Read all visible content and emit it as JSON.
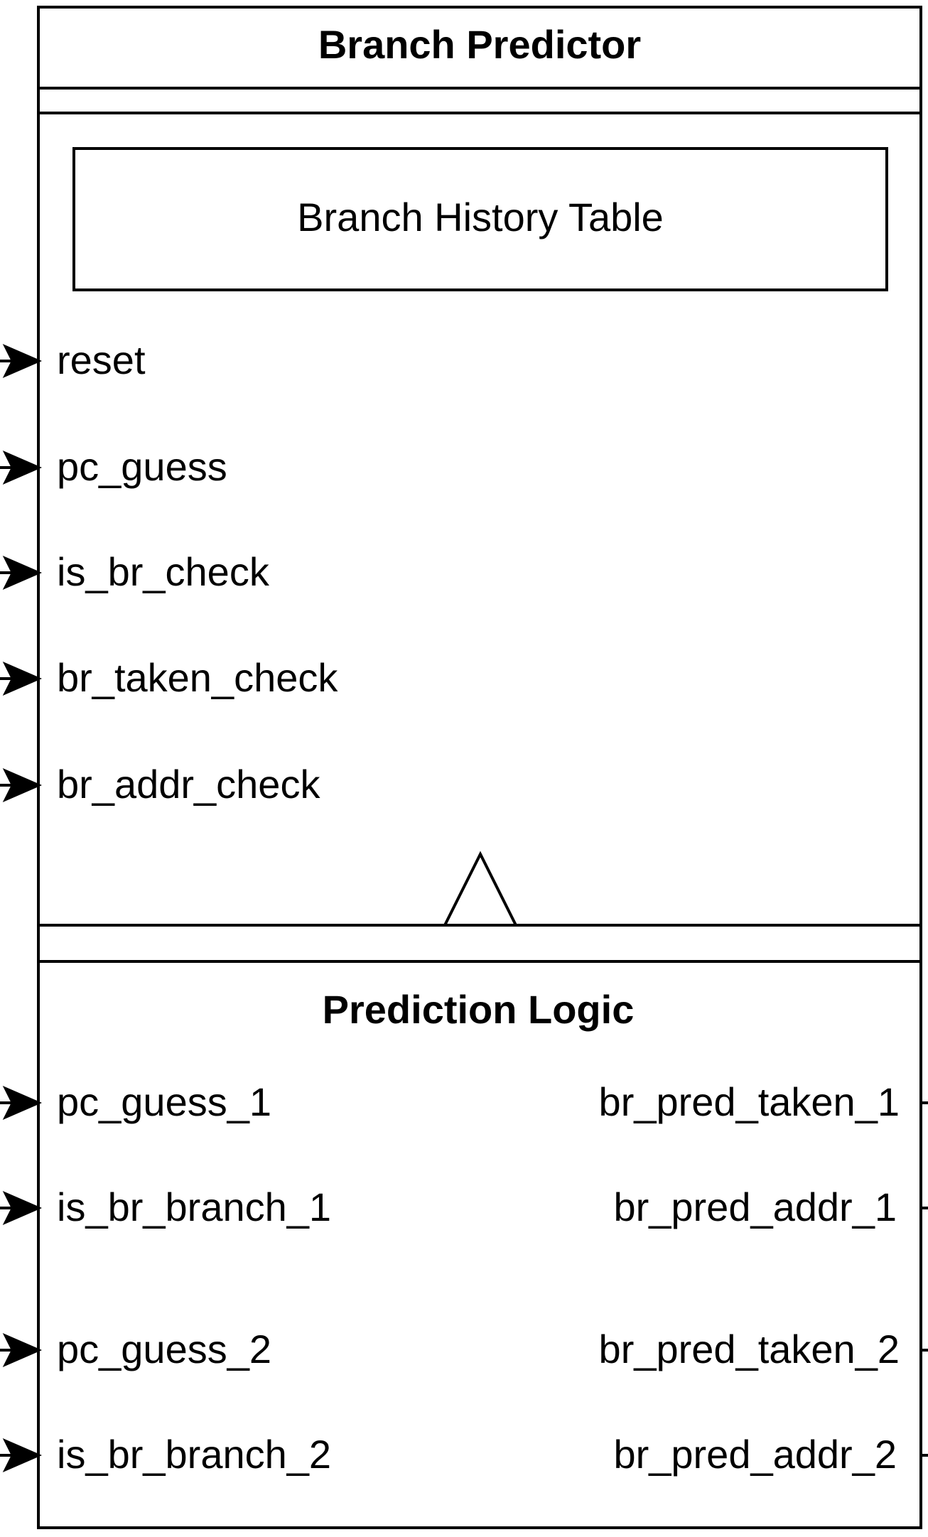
{
  "diagram": {
    "title": "Branch Predictor",
    "history_table": {
      "label": "Branch History Table"
    },
    "upper_ports": [
      {
        "label": "reset"
      },
      {
        "label": "pc_guess"
      },
      {
        "label": "is_br_check"
      },
      {
        "label": "br_taken_check"
      },
      {
        "label": "br_addr_check"
      }
    ],
    "prediction_logic": {
      "title": "Prediction Logic",
      "inputs": [
        {
          "label": "pc_guess_1"
        },
        {
          "label": "is_br_branch_1"
        },
        {
          "label": "pc_guess_2"
        },
        {
          "label": "is_br_branch_2"
        }
      ],
      "outputs": [
        {
          "label": "br_pred_taken_1"
        },
        {
          "label": "br_pred_addr_1"
        },
        {
          "label": "br_pred_taken_2"
        },
        {
          "label": "br_pred_addr_2"
        }
      ]
    }
  }
}
